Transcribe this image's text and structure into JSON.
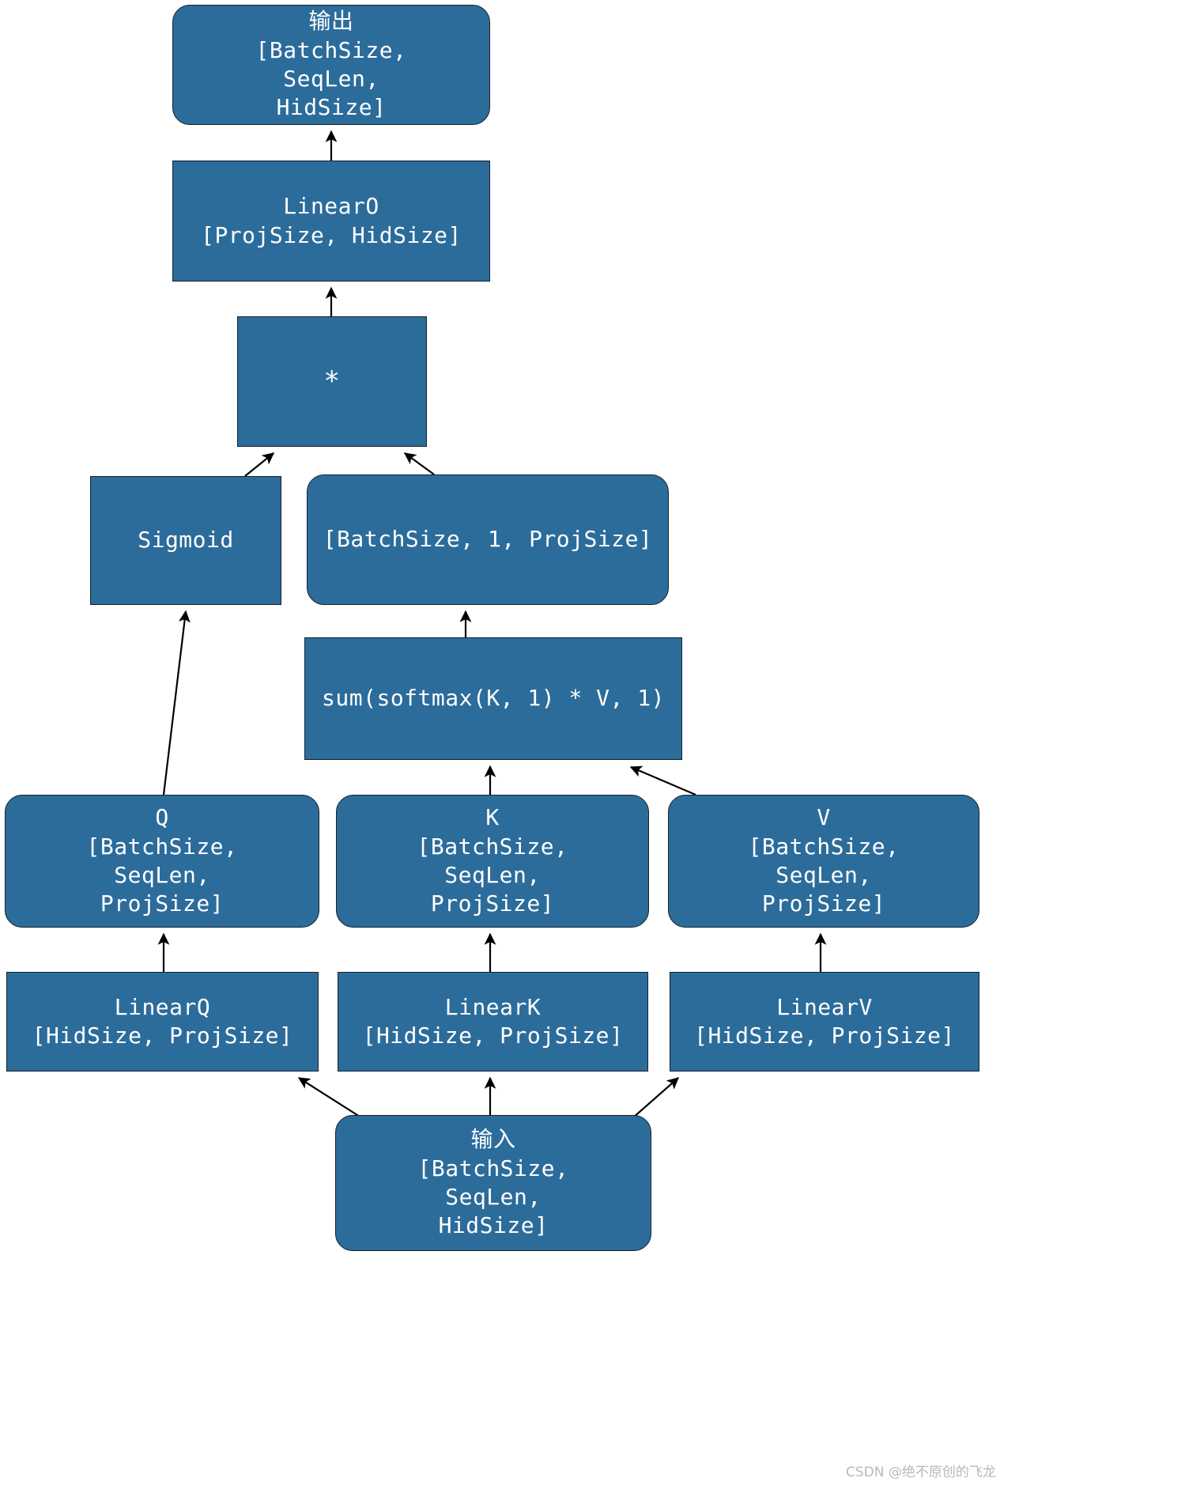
{
  "diagram": {
    "title": "Attention module tensor-shape flow diagram",
    "colors": {
      "node_fill": "#2c6c9b",
      "node_border": "#16222c",
      "node_text": "#ffffff",
      "background": "#ffffff",
      "edge": "#000000",
      "watermark": "#b9b9b9"
    },
    "nodes": [
      {
        "id": "output",
        "shape": "rounded",
        "text": "输出\n[BatchSize,\nSeqLen,\nHidSize]"
      },
      {
        "id": "linearo",
        "shape": "sharp",
        "text": "LinearO\n[ProjSize, HidSize]"
      },
      {
        "id": "mult",
        "shape": "sharp",
        "text": "*"
      },
      {
        "id": "sigmoid",
        "shape": "sharp",
        "text": "Sigmoid"
      },
      {
        "id": "bsz1proj",
        "shape": "rounded",
        "text": "[BatchSize, 1, ProjSize]"
      },
      {
        "id": "sumsoftmax",
        "shape": "sharp",
        "text": "sum(softmax(K, 1) * V, 1)"
      },
      {
        "id": "q",
        "shape": "rounded",
        "text": "Q\n[BatchSize,\nSeqLen,\nProjSize]"
      },
      {
        "id": "k",
        "shape": "rounded",
        "text": "K\n[BatchSize,\nSeqLen,\nProjSize]"
      },
      {
        "id": "v",
        "shape": "rounded",
        "text": "V\n[BatchSize,\nSeqLen,\nProjSize]"
      },
      {
        "id": "linearq",
        "shape": "sharp",
        "text": "LinearQ\n[HidSize, ProjSize]"
      },
      {
        "id": "lineark",
        "shape": "sharp",
        "text": "LinearK\n[HidSize, ProjSize]"
      },
      {
        "id": "linearv",
        "shape": "sharp",
        "text": "LinearV\n[HidSize, ProjSize]"
      },
      {
        "id": "input",
        "shape": "rounded",
        "text": "输入\n[BatchSize,\nSeqLen,\nHidSize]"
      }
    ],
    "edges": [
      {
        "from": "linearo",
        "to": "output"
      },
      {
        "from": "mult",
        "to": "linearo"
      },
      {
        "from": "sigmoid",
        "to": "mult"
      },
      {
        "from": "bsz1proj",
        "to": "mult"
      },
      {
        "from": "q",
        "to": "sigmoid"
      },
      {
        "from": "sumsoftmax",
        "to": "bsz1proj"
      },
      {
        "from": "k",
        "to": "sumsoftmax"
      },
      {
        "from": "v",
        "to": "sumsoftmax"
      },
      {
        "from": "linearq",
        "to": "q"
      },
      {
        "from": "lineark",
        "to": "k"
      },
      {
        "from": "linearv",
        "to": "v"
      },
      {
        "from": "input",
        "to": "linearq"
      },
      {
        "from": "input",
        "to": "lineark"
      },
      {
        "from": "input",
        "to": "linearv"
      }
    ]
  },
  "watermark": {
    "text": "CSDN @绝不原创的飞龙"
  }
}
